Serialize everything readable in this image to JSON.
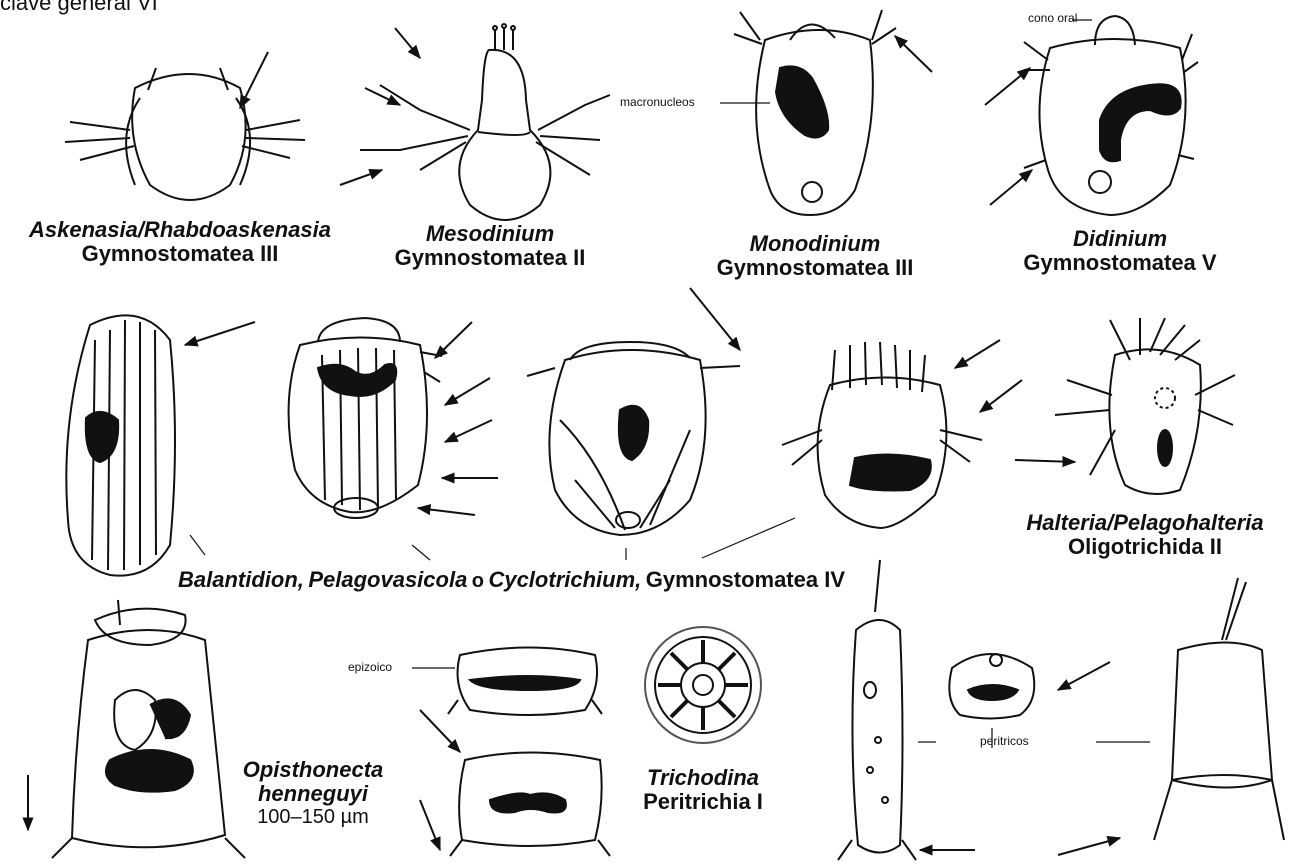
{
  "header": "clave general VI",
  "callouts": {
    "oral_cone": "cono oral",
    "macronucleus": "macronucleos",
    "epizoic": "epizoico",
    "peritrichs": "peritricos"
  },
  "organisms": {
    "askenasia": {
      "name": "Askenasia/Rhabdoaskenasia",
      "group": "Gymnostomatea III"
    },
    "mesodinium": {
      "name": "Mesodinium",
      "group": "Gymnostomatea II"
    },
    "monodinium": {
      "name": "Monodinium",
      "group": "Gymnostomatea III"
    },
    "didinium": {
      "name": "Didinium",
      "group": "Gymnostomatea V"
    },
    "halteria": {
      "name": "Halteria/Pelagohalteria",
      "group": "Oligotrichida II"
    },
    "middle_row": {
      "name_a": "Balantidion,",
      "name_b": "Pelagovasicola",
      "connector": "o",
      "name_c": "Cyclotrichium,",
      "group": "Gymnostomatea IV"
    },
    "opisthonecta": {
      "name_line1": "Opisthonecta",
      "name_line2": "henneguyi",
      "size": "100–150 µm"
    },
    "trichodina": {
      "name": "Trichodina",
      "group": "Peritrichia I"
    }
  }
}
